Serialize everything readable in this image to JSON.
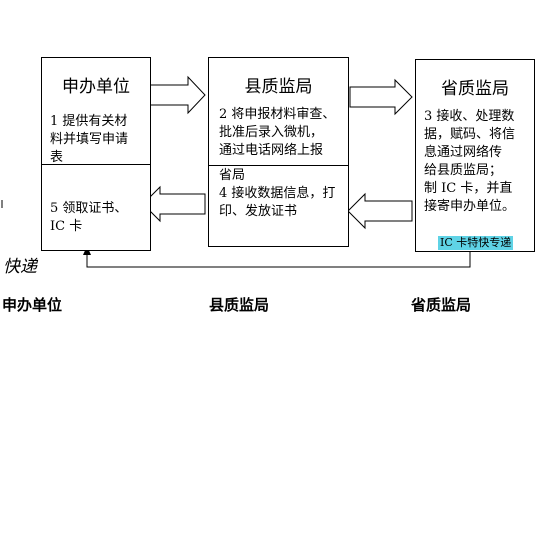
{
  "boxes": {
    "applicant": {
      "title": "申办单位",
      "top_text": [
        "1 提供有关材",
        "料并填写申请",
        "表"
      ],
      "bottom_text": [
        "5 领取证书、",
        "IC 卡"
      ]
    },
    "county": {
      "title": "县质监局",
      "top_text": [
        "2 将申报材料审查、",
        "批准后录入微机，",
        "通过电话网络上报"
      ],
      "bottom_text": [
        "省局",
        "4 接收数据信息，打",
        "印、发放证书"
      ]
    },
    "province": {
      "title": "省质监局",
      "text": [
        "3 接收、处理数",
        "据，赋码、将信",
        "息通过网络传",
        "给县质监局；",
        "制 IC 卡，并直",
        "接寄申办单位。"
      ],
      "note": "IC 卡特快专递"
    }
  },
  "courier_label": "快递",
  "bottom_labels": [
    "申办单位",
    "县质监局",
    "省质监局"
  ]
}
